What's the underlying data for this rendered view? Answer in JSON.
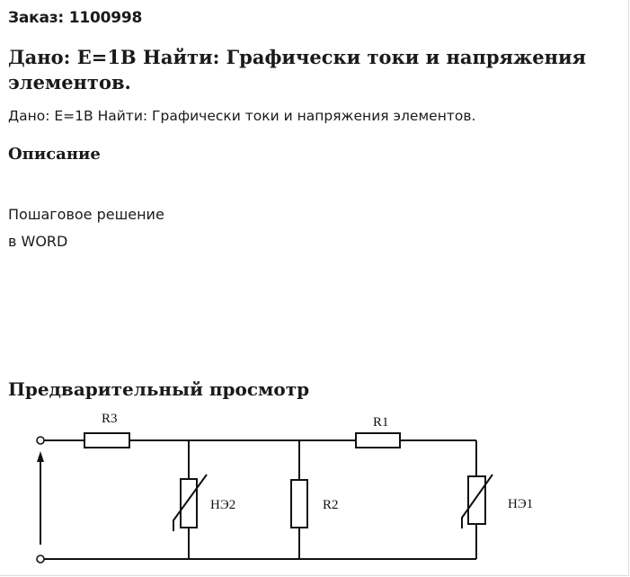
{
  "order": {
    "label": "Заказ: 1100998"
  },
  "title": "Дано: Е=1В Найти: Графически токи и напряжения элементов.",
  "subtitle": "Дано: Е=1В Найти: Графически токи и напряжения элементов.",
  "description": {
    "heading": "Описание",
    "lines": [
      "Пошаговое решение",
      "в WORD"
    ]
  },
  "preview": {
    "heading": "Предварительный просмотр"
  },
  "circuit": {
    "labels": {
      "r3": "R3",
      "r1": "R1",
      "r2": "R2",
      "ne2": "НЭ2",
      "ne1": "НЭ1"
    }
  }
}
